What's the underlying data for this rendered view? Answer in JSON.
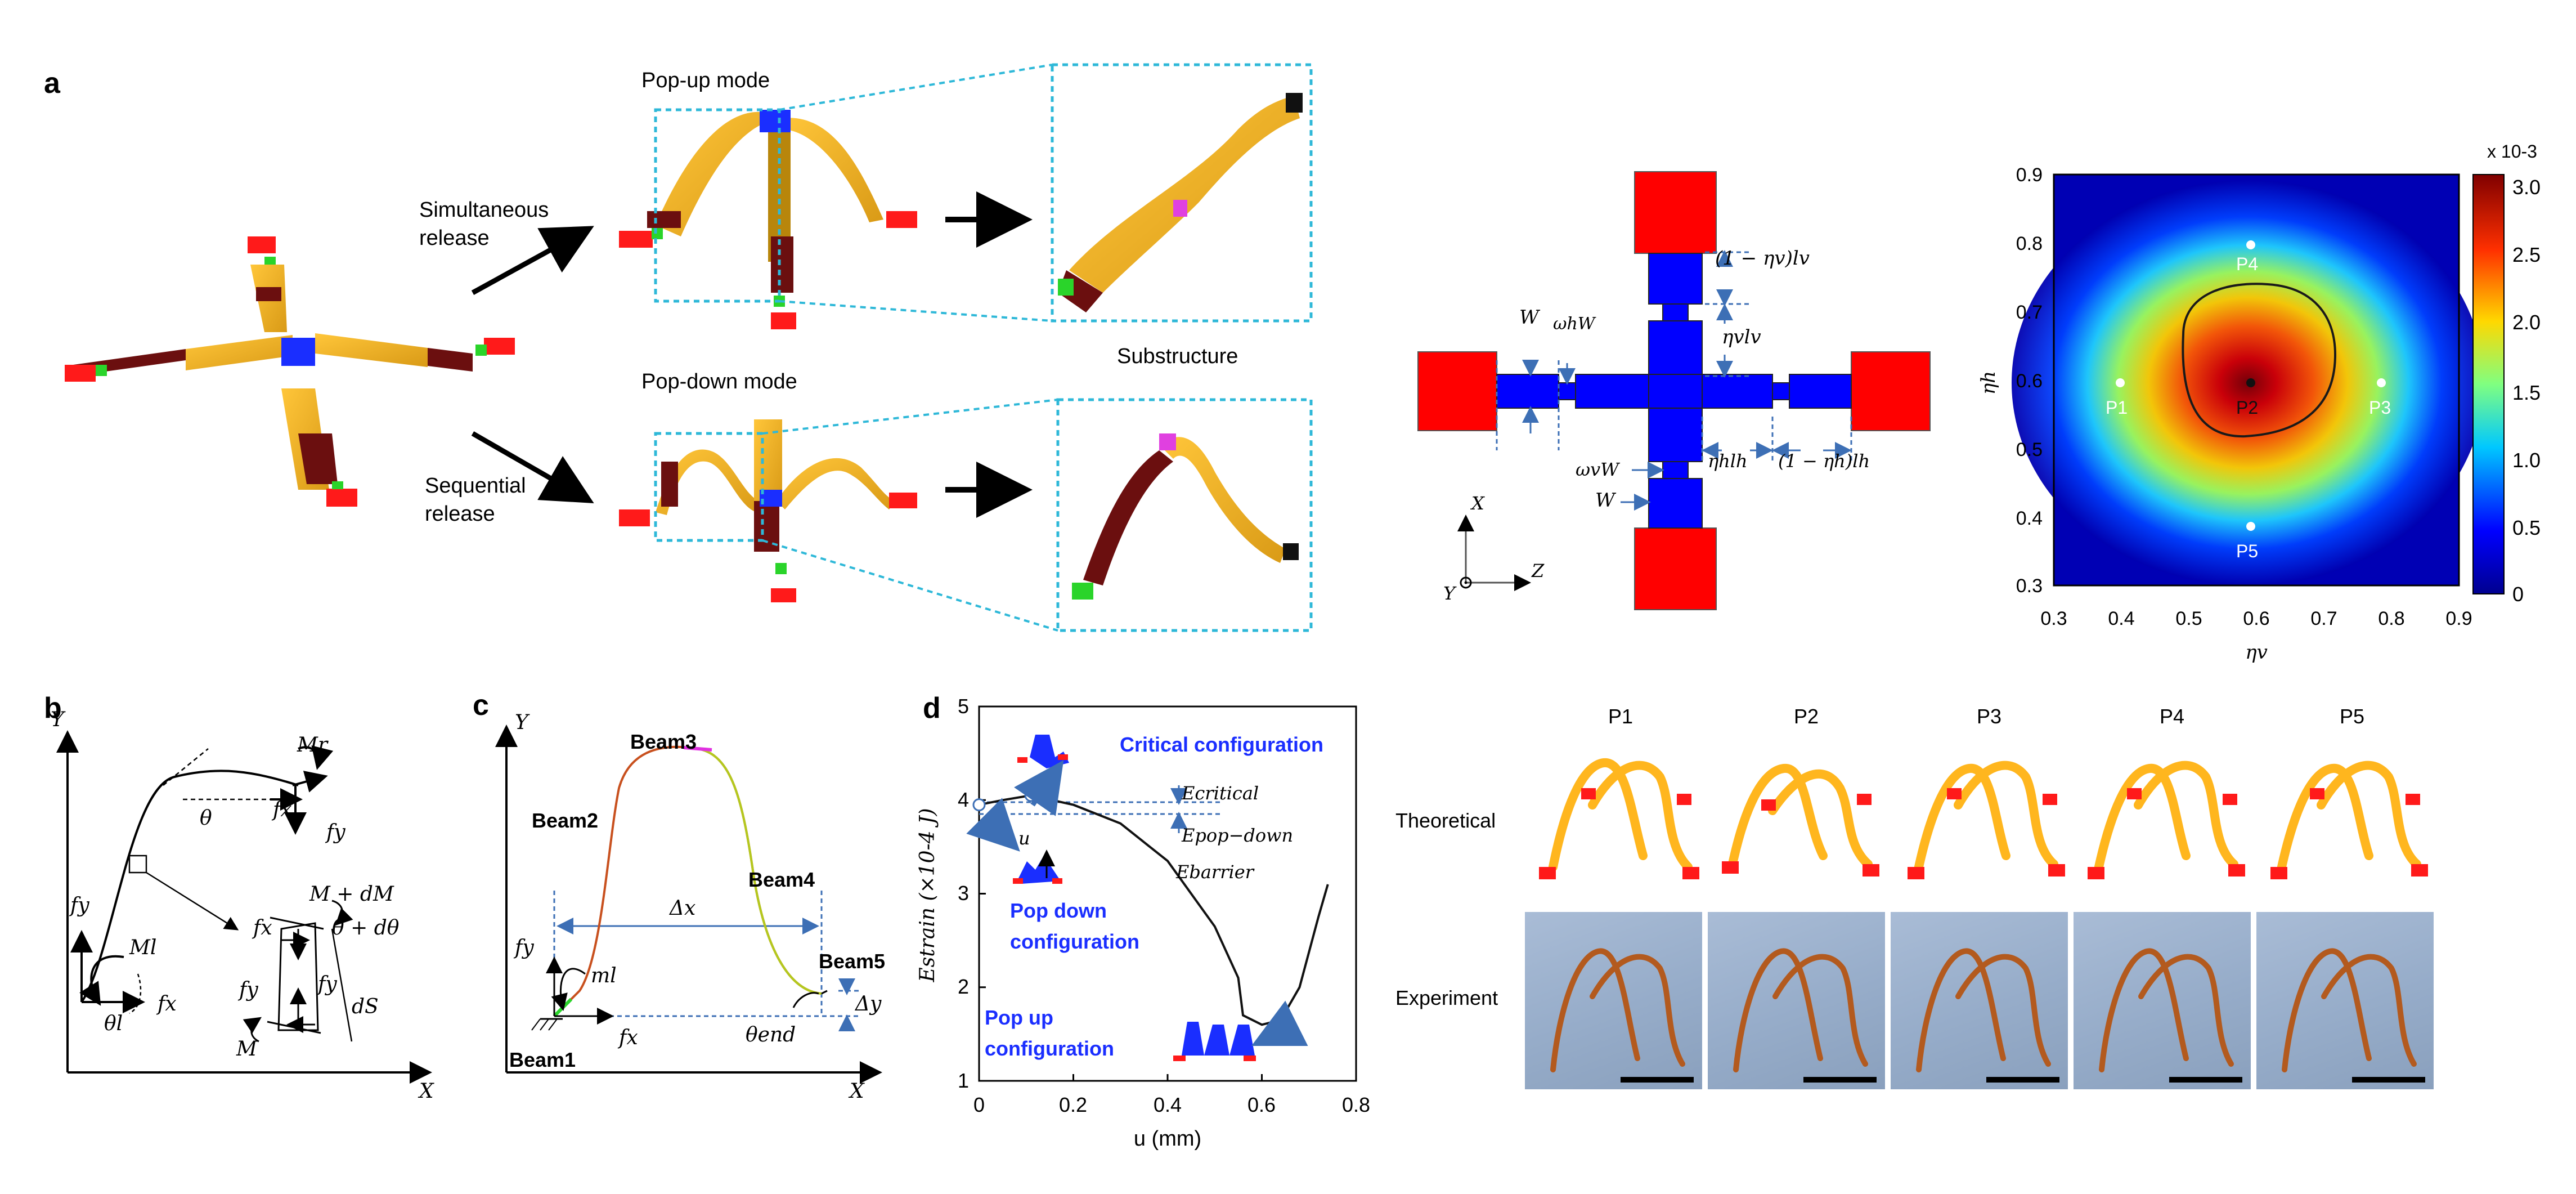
{
  "panels": {
    "a": "a",
    "b": "b",
    "c": "c",
    "d": "d"
  },
  "panel_a": {
    "simultaneous": [
      "Simultaneous",
      "release"
    ],
    "sequential": [
      "Sequential",
      "release"
    ],
    "popup_mode": "Pop-up mode",
    "popdown_mode": "Pop-down mode",
    "substructure": "Substructure"
  },
  "layout_diagram": {
    "W_top": "W",
    "omega_h_W": "ωhW",
    "one_minus_eta_v_l_v": "(1 − ηv)lv",
    "eta_v_l_v": "ηvlv",
    "eta_h_l_h": "ηhlh",
    "one_minus_eta_h_l_h": "(1 − ηh)lh",
    "omega_v_W": "ωvW",
    "W_bottom": "W",
    "axis_x": "X",
    "axis_y": "Y",
    "axis_z": "Z"
  },
  "heatmap": {
    "x_ticks": [
      "0.3",
      "0.4",
      "0.5",
      "0.6",
      "0.7",
      "0.8",
      "0.9"
    ],
    "y_ticks": [
      "0.9",
      "0.8",
      "0.7",
      "0.6",
      "0.5",
      "0.4",
      "0.3"
    ],
    "xlabel": "ηv",
    "ylabel": "ηh",
    "colorbar_ticks": [
      "3.0",
      "2.5",
      "2.0",
      "1.5",
      "1.0",
      "0.5",
      "0"
    ],
    "colorbar_scale": "x 10-3",
    "points": [
      "P1",
      "P2",
      "P3",
      "P4",
      "P5"
    ]
  },
  "panel_b": {
    "Y": "Y",
    "X": "X",
    "Mr": "Mr",
    "theta": "θ",
    "fx": "fx",
    "fy": "fy",
    "Ml": "Ml",
    "theta_l": "θl",
    "M_dM": "M + dM",
    "theta_dtheta": "θ + dθ",
    "dS": "dS",
    "M": "M"
  },
  "panel_c": {
    "Y": "Y",
    "X": "X",
    "beam1": "Beam1",
    "beam2": "Beam2",
    "beam3": "Beam3",
    "beam4": "Beam4",
    "beam5": "Beam5",
    "dx": "Δx",
    "dy": "Δy",
    "ml": "ml",
    "fx": "fx",
    "fy": "fy",
    "theta_end": "θend"
  },
  "panel_d": {
    "ylabel": "Estrain (×10-4 J)",
    "xlabel": "u (mm)",
    "y_ticks": [
      "5",
      "4",
      "3",
      "2",
      "1"
    ],
    "x_ticks": [
      "0",
      "0.2",
      "0.4",
      "0.6",
      "0.8"
    ],
    "critical": "Critical configuration",
    "popdown": [
      "Pop down",
      "configuration"
    ],
    "popup": [
      "Pop up",
      "configuration"
    ],
    "e_critical": "Ecritical",
    "e_popdown": "Epop−down",
    "e_barrier": "Ebarrier",
    "u": "u"
  },
  "panel_e": {
    "columns": [
      "P1",
      "P2",
      "P3",
      "P4",
      "P5"
    ],
    "rows": [
      "Theoretical",
      "Experiment"
    ]
  },
  "chart_data": {
    "type": "line",
    "x": [
      0,
      0.05,
      0.11,
      0.2,
      0.3,
      0.4,
      0.5,
      0.55,
      0.56,
      0.6,
      0.64,
      0.68,
      0.72,
      0.74
    ],
    "y": [
      3.95,
      4.0,
      4.05,
      3.95,
      3.75,
      3.35,
      2.65,
      2.1,
      1.7,
      1.6,
      1.65,
      2.0,
      2.75,
      3.1
    ],
    "xlabel": "u (mm)",
    "ylabel": "Estrain (×10-4 J)",
    "xlim": [
      0,
      0.8
    ],
    "ylim": [
      1,
      5
    ]
  }
}
